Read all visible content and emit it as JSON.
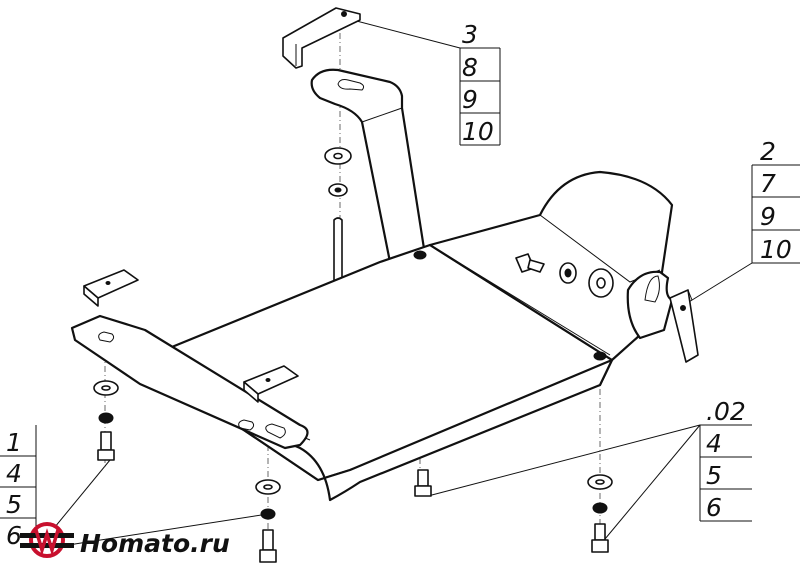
{
  "callouts": {
    "top": [
      "3",
      "8",
      "9",
      "10"
    ],
    "right": [
      "2",
      "7",
      "9",
      "10"
    ],
    "bottom_right": [
      ".02",
      "4",
      "5",
      "6"
    ],
    "left": [
      "1",
      "4",
      "5",
      "6"
    ]
  },
  "logo": {
    "text": "Homato.ru"
  }
}
